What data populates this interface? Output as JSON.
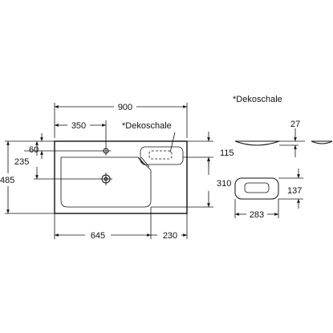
{
  "labels": {
    "width_total": "900",
    "tap_offset": "350",
    "deko_main": "*Dekoschale",
    "dim_60": "60",
    "dim_235": "235",
    "dim_485": "485",
    "dim_115": "115",
    "dim_310": "310",
    "dim_645": "645",
    "dim_230": "230",
    "deko_detail": "*Dekoschale",
    "dim_27": "27",
    "dim_137": "137",
    "dim_283": "283"
  }
}
